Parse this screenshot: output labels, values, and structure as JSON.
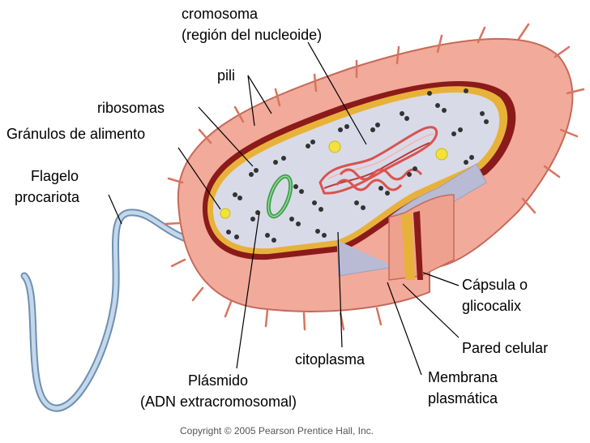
{
  "labels": {
    "cromosoma": "cromosoma",
    "nucleoide": "(región del nucleoide)",
    "pili": "pili",
    "ribosomas": "ribosomas",
    "granulos": "Gránulos de alimento",
    "flagelo_1": "Flagelo",
    "flagelo_2": "procariota",
    "capsula_1": "Cápsula o",
    "capsula_2": "glicocalix",
    "pared": "Pared celular",
    "citoplasma": "citoplasma",
    "membrana_1": "Membrana",
    "membrana_2": "plasmática",
    "plasmido_1": "Plásmido",
    "plasmido_2": "(ADN extracromosomal)"
  },
  "copyright": "Copyright © 2005 Pearson Prentice Hall, Inc.",
  "colors": {
    "capsule": "#f2aa9a",
    "capsule_edge": "#c56a5a",
    "cell_wall": "#8b1a1a",
    "membrane": "#e8b23a",
    "cytoplasm": "#d9dae8",
    "chromosome": "#d9534f",
    "plasmid": "#3aa04a",
    "granule": "#f2e23a",
    "ribosome": "#333333",
    "flagellum": "#8fb3d6"
  }
}
